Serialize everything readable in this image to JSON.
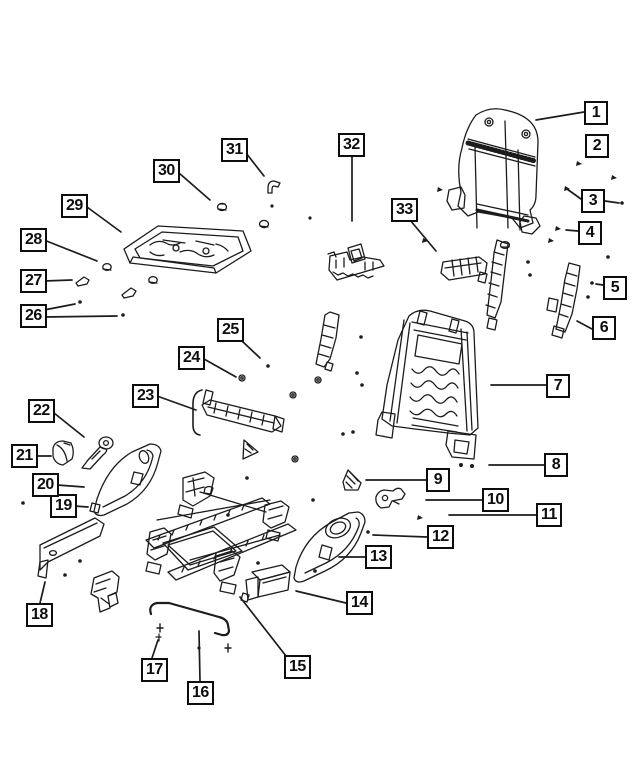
{
  "diagram": {
    "background_color": "#ffffff",
    "line_color": "#1c1c1c",
    "callout_border_color": "#0d0d0d"
  },
  "callouts": [
    {
      "label": "1"
    },
    {
      "label": "2"
    },
    {
      "label": "3"
    },
    {
      "label": "4"
    },
    {
      "label": "5"
    },
    {
      "label": "6"
    },
    {
      "label": "7"
    },
    {
      "label": "8"
    },
    {
      "label": "9"
    },
    {
      "label": "10"
    },
    {
      "label": "11"
    },
    {
      "label": "12"
    },
    {
      "label": "13"
    },
    {
      "label": "14"
    },
    {
      "label": "15"
    },
    {
      "label": "16"
    },
    {
      "label": "17"
    },
    {
      "label": "18"
    },
    {
      "label": "19"
    },
    {
      "label": "20"
    },
    {
      "label": "21"
    },
    {
      "label": "22"
    },
    {
      "label": "23"
    },
    {
      "label": "24"
    },
    {
      "label": "25"
    },
    {
      "label": "26"
    },
    {
      "label": "27"
    },
    {
      "label": "28"
    },
    {
      "label": "29"
    },
    {
      "label": "30"
    },
    {
      "label": "31"
    },
    {
      "label": "32"
    },
    {
      "label": "33"
    }
  ]
}
